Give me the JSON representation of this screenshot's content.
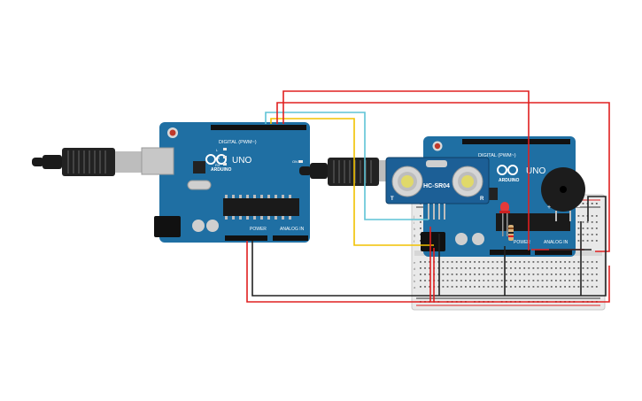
{
  "board_left": {
    "brand": "ARDUINO",
    "model": "UNO",
    "digital_header": "DIGITAL (PWM~)",
    "power_header": "POWER",
    "analog_header": "ANALOG IN",
    "led_labels": [
      "L",
      "TX",
      "RX"
    ],
    "on_label": "ON"
  },
  "board_right": {
    "brand": "ARDUINO",
    "model": "UNO",
    "digital_header": "DIGITAL (PWM~)",
    "power_header": "POWER",
    "analog_header": "ANALOG IN"
  },
  "sensor": {
    "model": "HC-SR04",
    "left_mark": "T",
    "right_mark": "R"
  },
  "buzzer": {
    "plus": "+",
    "minus": "−"
  },
  "breadboard": {
    "row_letters": [
      "a",
      "b",
      "c",
      "d",
      "e",
      "f",
      "g",
      "h",
      "i",
      "j"
    ]
  },
  "wire_colors": {
    "red": "#e02020",
    "black": "#222222",
    "yellow": "#f2c200",
    "cyan": "#5ec3d6",
    "board_teal": "#1f6fa3"
  }
}
